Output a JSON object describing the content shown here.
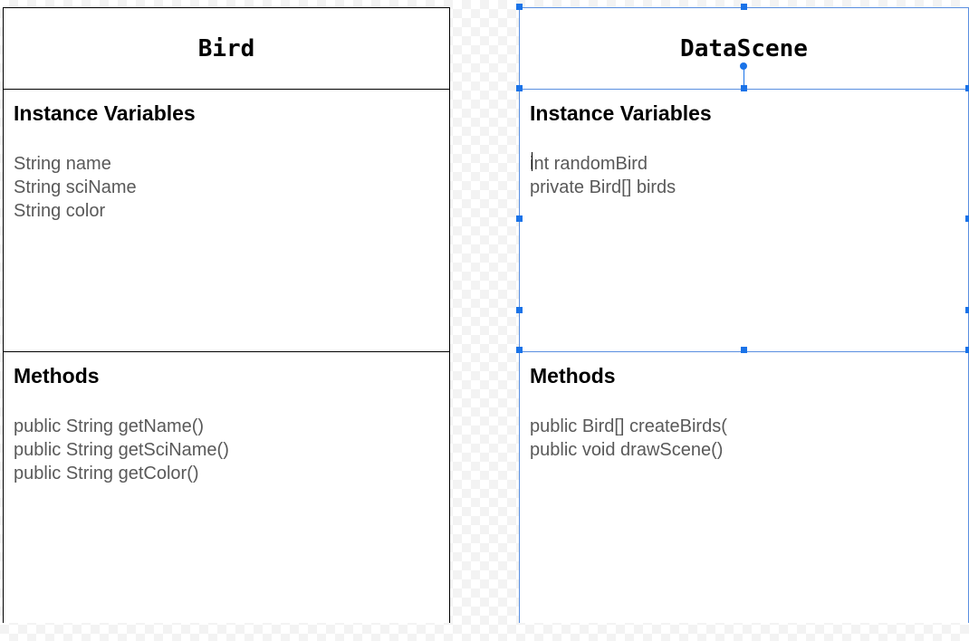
{
  "diagram": {
    "classes": [
      {
        "id": "bird",
        "name": "Bird",
        "sections": [
          {
            "heading": "Instance Variables",
            "lines": [
              "String name",
              "String sciName",
              "String color"
            ]
          },
          {
            "heading": "Methods",
            "lines": [
              "public String getName()",
              "public String getSciName()",
              "public String getColor()"
            ]
          }
        ]
      },
      {
        "id": "datascene",
        "name": "DataScene",
        "selected": true,
        "sections": [
          {
            "heading": "Instance Variables",
            "lines": [
              "int randomBird",
              "private Bird[] birds"
            ]
          },
          {
            "heading": "Methods",
            "lines": [
              "public Bird[] createBirds(",
              "public void drawScene()"
            ]
          }
        ]
      }
    ]
  },
  "colors": {
    "border": "#000000",
    "selection": "#1a73e8",
    "body_text": "#595959",
    "heading_text": "#000000"
  }
}
